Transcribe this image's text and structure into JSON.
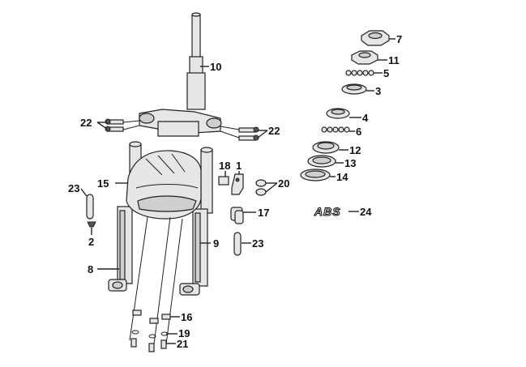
{
  "diagram": {
    "labels": {
      "p1": "1",
      "p2": "2",
      "p3": "3",
      "p4": "4",
      "p5": "5",
      "p6": "6",
      "p7": "7",
      "p8": "8",
      "p9": "9",
      "p10": "10",
      "p11": "11",
      "p12": "12",
      "p13": "13",
      "p14": "14",
      "p15": "15",
      "p16": "16",
      "p17": "17",
      "p18": "18",
      "p19": "19",
      "p20": "20",
      "p21": "21",
      "p22a": "22",
      "p22b": "22",
      "p23a": "23",
      "p23b": "23",
      "p24": "24"
    },
    "abs_mark": "ABS"
  }
}
